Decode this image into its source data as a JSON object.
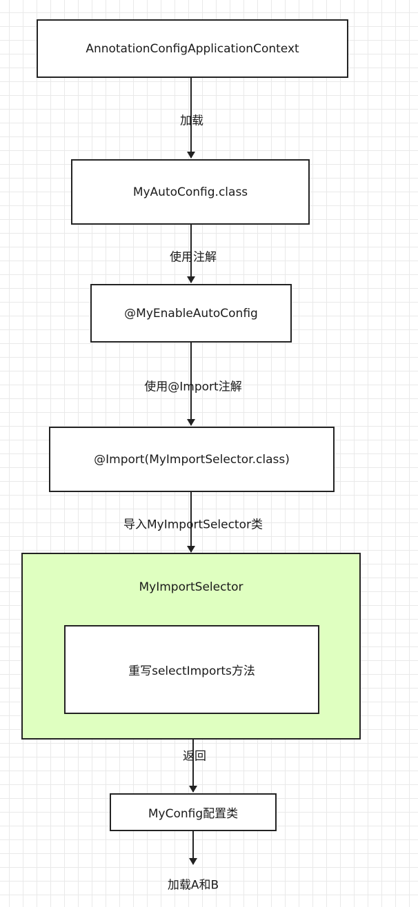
{
  "boxes": {
    "context": "AnnotationConfigApplicationContext",
    "auto_config": "MyAutoConfig.class",
    "enable": "@MyEnableAutoConfig",
    "import": "@Import(MyImportSelector.class)",
    "selector_group": "MyImportSelector",
    "select_imports": "重写selectImports方法",
    "my_config": "MyConfig配置类"
  },
  "edges": {
    "load": "加载",
    "use_annotation": "使用注解",
    "use_import": "使用@Import注解",
    "import_selector": "导入MyImportSelector类",
    "return": "返回",
    "load_ab": "加载A和B"
  },
  "colors": {
    "group_fill": "#dfffc0",
    "stroke": "#222222"
  }
}
